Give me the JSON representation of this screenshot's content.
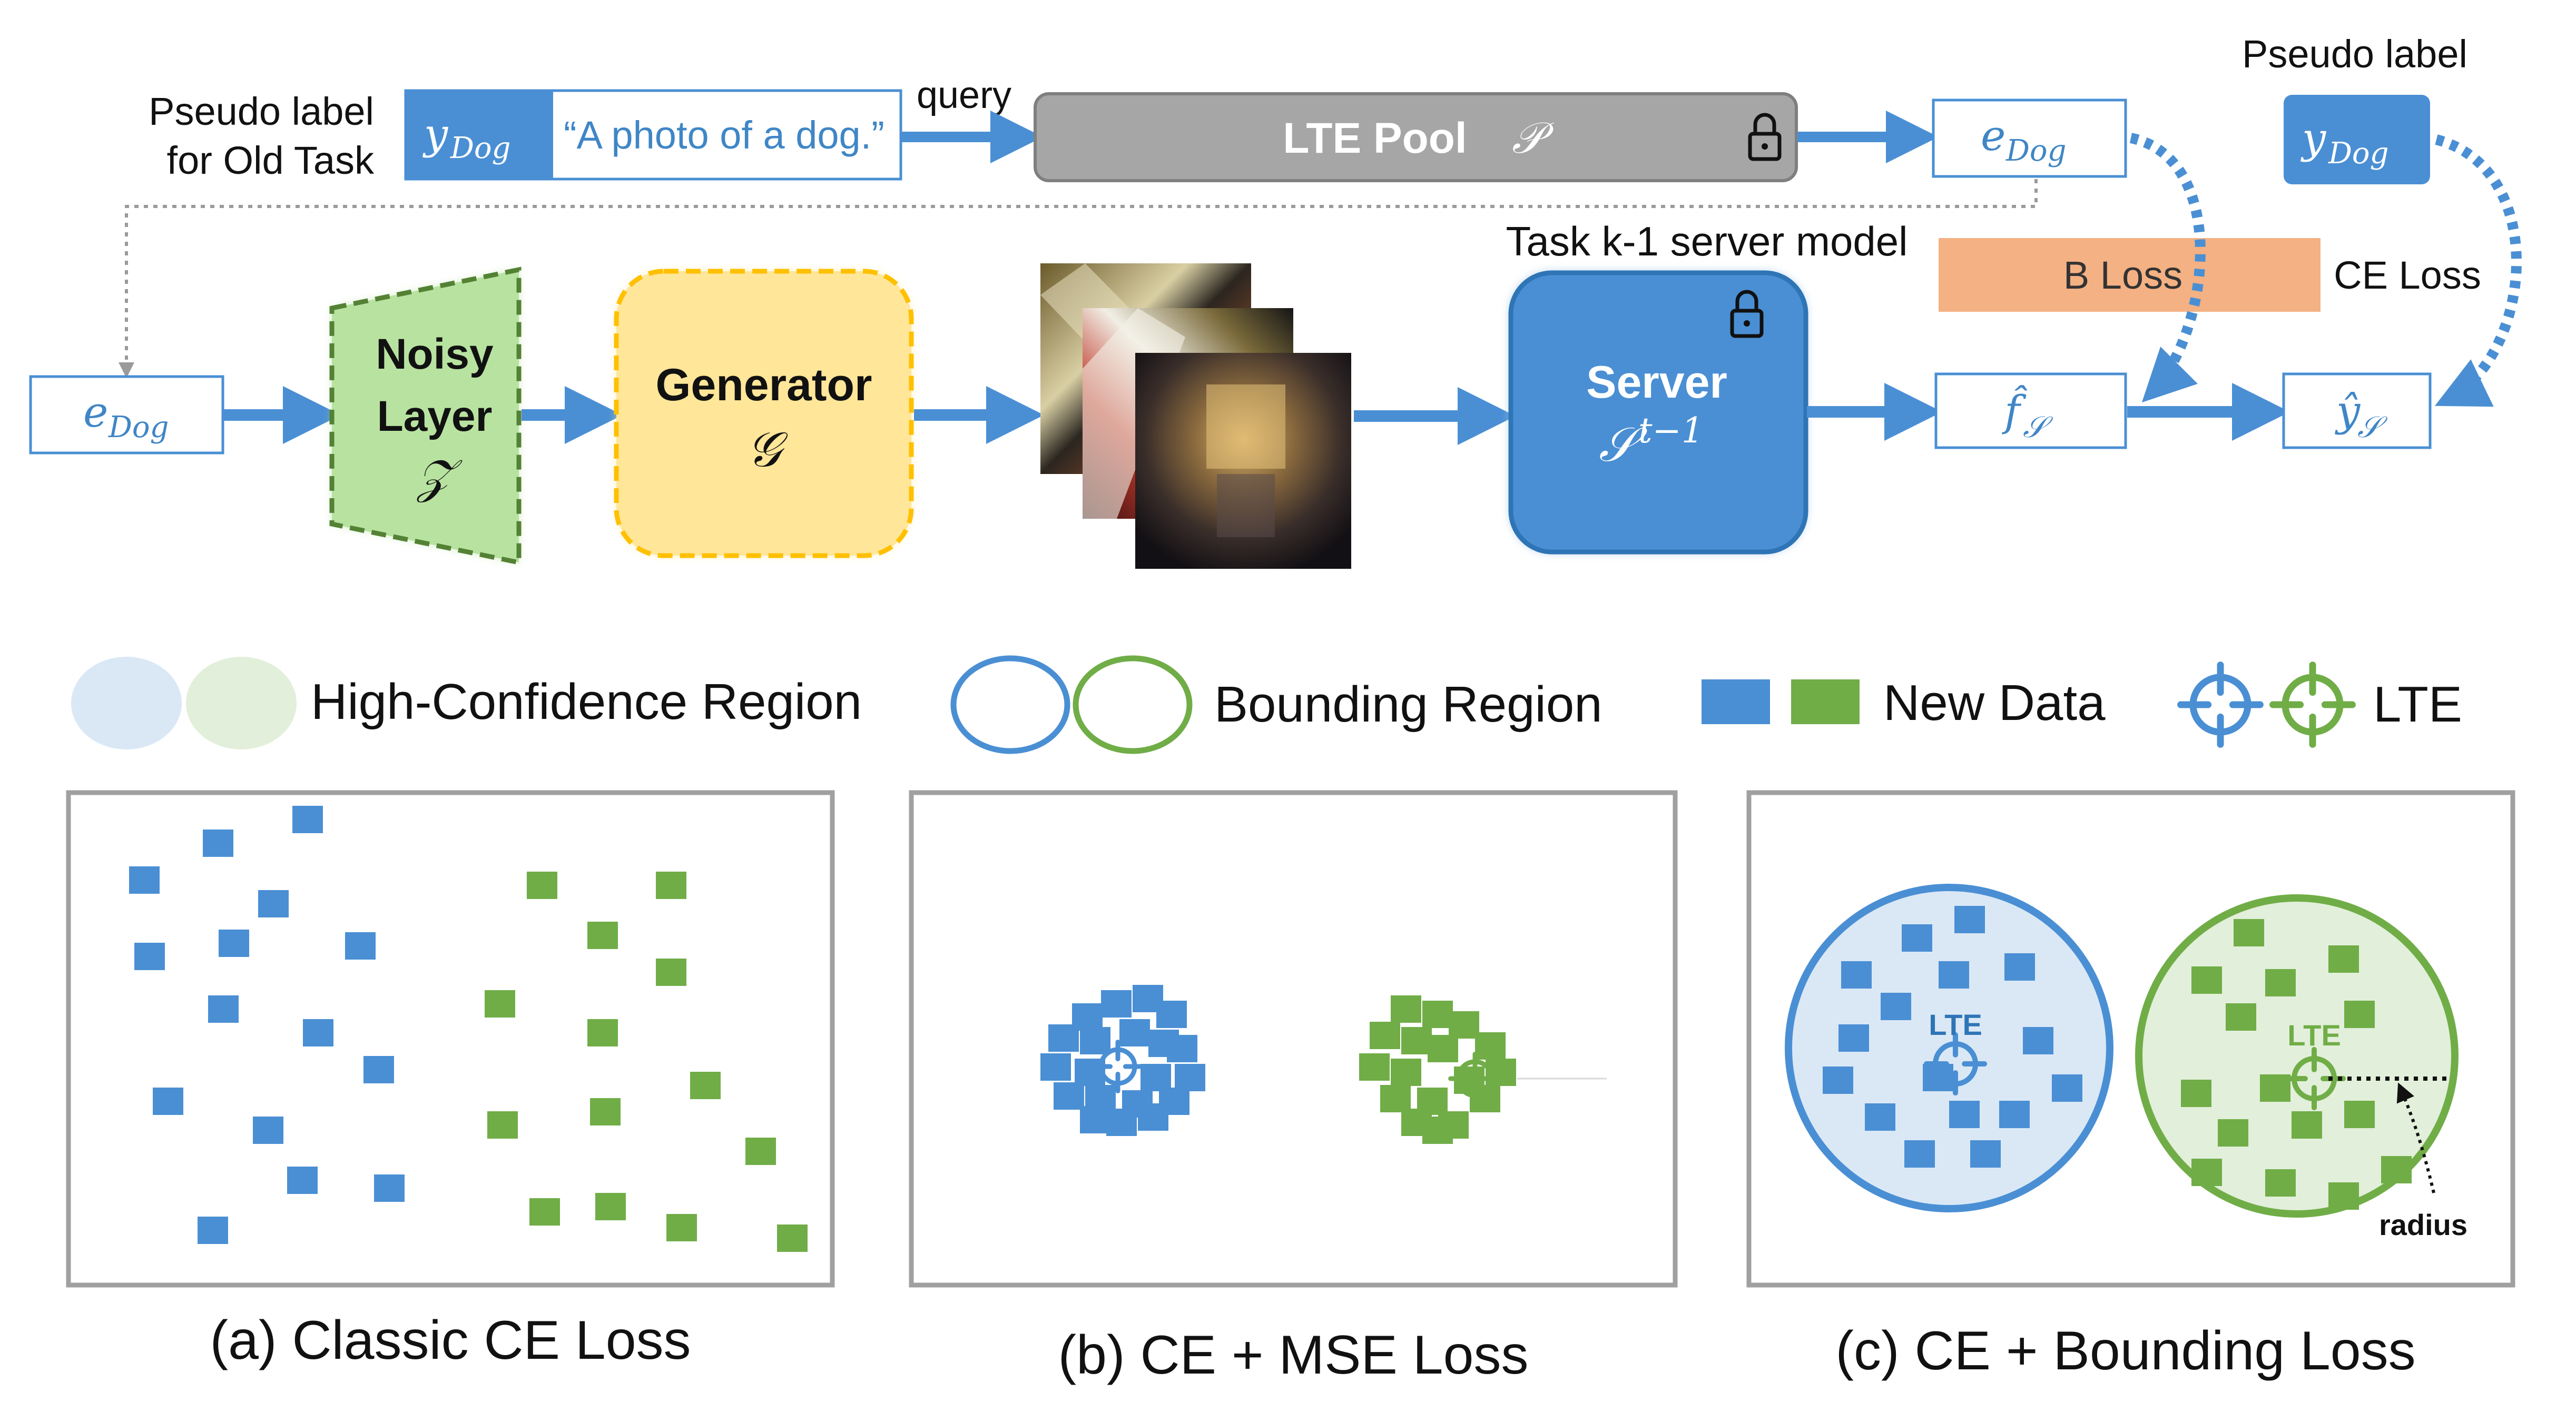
{
  "pipeline": {
    "pseudo_label_old_task_line1": "Pseudo label",
    "pseudo_label_old_task_line2": "for Old Task",
    "label_token_base": "y",
    "label_token_sub": "Dog",
    "prompt_text": "“A photo of a dog.”",
    "query_label": "query",
    "pool_label": "LTE Pool",
    "pool_symbol": "𝒫",
    "embed_token_base": "e",
    "embed_token_sub": "Dog",
    "pseudo_label_top": "Pseudo label",
    "task_model_label": "Task k-1 server model",
    "b_loss_label": "B Loss",
    "ce_loss_label": "CE Loss",
    "noisy_layer_line1": "Noisy",
    "noisy_layer_line2": "Layer",
    "noisy_layer_symbol": "𝒵",
    "generator_label": "Generator",
    "generator_symbol": "𝒢",
    "server_label": "Server",
    "server_symbol_base": "𝒮",
    "server_symbol_sup": "t−1",
    "feature_token": "f̂",
    "output_token": "ŷ",
    "subscript_s": "𝒮"
  },
  "legend": {
    "high_conf_label": "High-Confidence Region",
    "bounding_label": "Bounding Region",
    "new_data_label": "New Data",
    "lte_label": "LTE"
  },
  "panels": {
    "a_caption": "(a) Classic CE Loss",
    "b_caption": "(b) CE + MSE Loss",
    "c_caption": "(c) CE + Bounding Loss",
    "lte_text": "LTE",
    "radius_label": "radius"
  },
  "colors": {
    "blue": "#4a8fd4",
    "blue_dark": "#2e75b6",
    "green": "#70ad47",
    "green_dark": "#548235",
    "light_blue": "#dae8f6",
    "light_green": "#e2efda",
    "pool_gray": "#a6a6a6",
    "b_loss_bg": "#f4b183",
    "noisy_fill": "#b8e2a0",
    "generator_fill": "#ffe699",
    "generator_border": "#ffc000"
  },
  "icons": [
    "lock-icon",
    "crosshair-icon",
    "dashed-arrow",
    "image-stack"
  ]
}
